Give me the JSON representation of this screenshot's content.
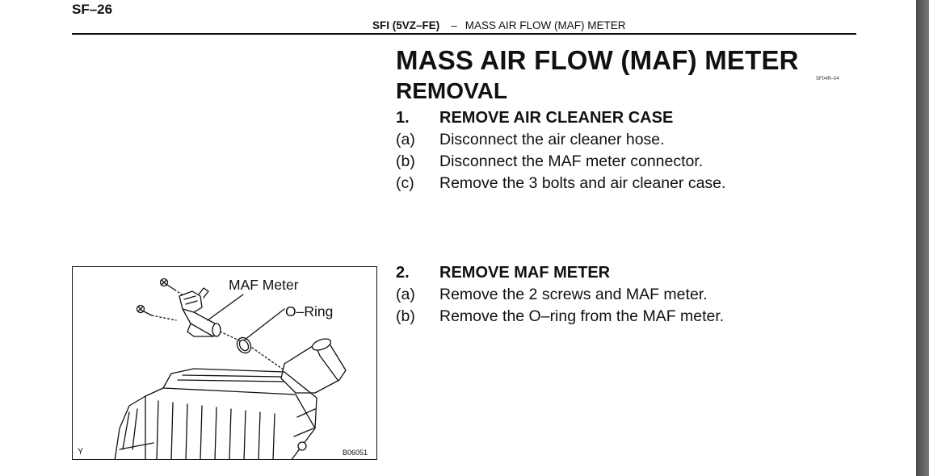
{
  "page_number": "SF–26",
  "running_header": {
    "section": "SFI (5VZ–FE)",
    "dash": "–",
    "topic": "MASS AIR FLOW (MAF) METER"
  },
  "title": "MASS AIR FLOW (MAF) METER",
  "doc_code": "SF04R–04",
  "section_title": "REMOVAL",
  "steps": [
    {
      "number": "1.",
      "title": "REMOVE AIR CLEANER CASE",
      "substeps": [
        {
          "letter": "(a)",
          "text": "Disconnect the air cleaner hose."
        },
        {
          "letter": "(b)",
          "text": "Disconnect the MAF meter connector."
        },
        {
          "letter": "(c)",
          "text": "Remove the 3 bolts and air cleaner case."
        }
      ]
    },
    {
      "number": "2.",
      "title": "REMOVE MAF METER",
      "substeps": [
        {
          "letter": "(a)",
          "text": "Remove the 2 screws and MAF meter."
        },
        {
          "letter": "(b)",
          "text": "Remove the O–ring from the MAF meter."
        }
      ]
    }
  ],
  "figure": {
    "label_maf": "MAF Meter",
    "label_oring": "O–Ring",
    "figure_id": "B06051",
    "corner_mark": "Y"
  }
}
